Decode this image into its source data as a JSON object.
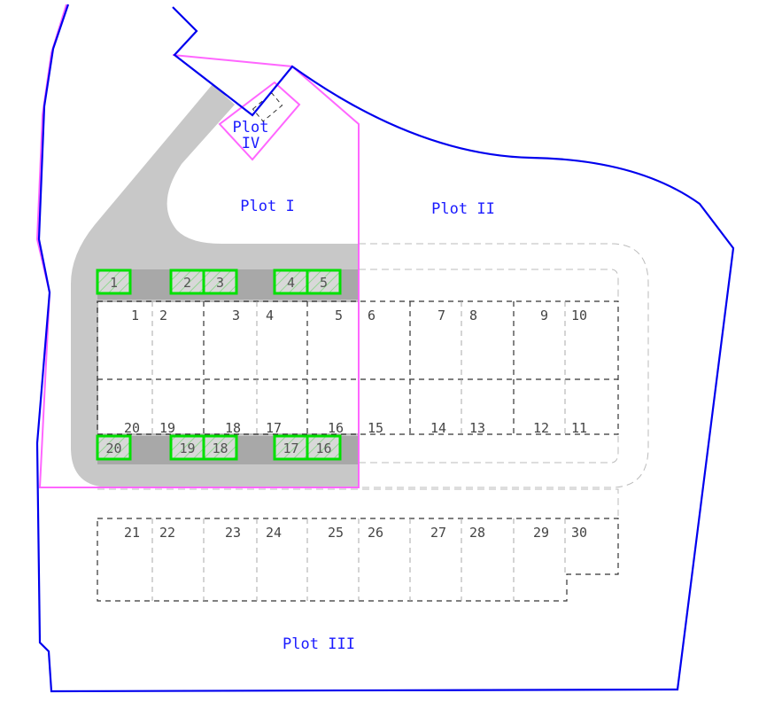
{
  "plots": {
    "plot_1": "Plot I",
    "plot_2": "Plot II",
    "plot_3": "Plot III",
    "plot_4_line1": "Plot",
    "plot_4_line2": "IV"
  },
  "parking_stalls": {
    "top": [
      "1",
      "2",
      "3",
      "4",
      "5"
    ],
    "bottom": [
      "20",
      "19",
      "18",
      "17",
      "16"
    ]
  },
  "lot_numbers": {
    "row_1": [
      "1",
      "2",
      "3",
      "4",
      "5",
      "6",
      "7",
      "8",
      "9",
      "10"
    ],
    "row_2": [
      "20",
      "19",
      "18",
      "17",
      "16",
      "15",
      "14",
      "13",
      "12",
      "11"
    ],
    "row_3": [
      "21",
      "22",
      "23",
      "24",
      "25",
      "26",
      "27",
      "28",
      "29",
      "30"
    ]
  },
  "colors": {
    "site_boundary": "#0000ee",
    "plot_boundary": "#ff66ff",
    "road": "#c8c8c8",
    "stall_outline": "#00e000"
  }
}
